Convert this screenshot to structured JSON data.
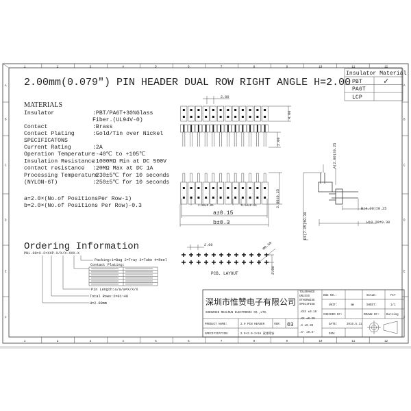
{
  "title": "2.00mm(0.079\") PIN HEADER DUAL ROW RIGHT ANGLE H=2.00",
  "frame": {
    "columns": [
      "1",
      "2",
      "3",
      "4",
      "5",
      "6",
      "7",
      "8",
      "9",
      "10",
      "11",
      "12"
    ],
    "rows": [
      "A",
      "B",
      "C",
      "D",
      "E",
      "F"
    ]
  },
  "insulator_material": {
    "header": "Insulator Material",
    "options": [
      {
        "label": "PBT",
        "checked": true
      },
      {
        "label": "PA6T",
        "checked": false
      },
      {
        "label": "LCP",
        "checked": false
      }
    ],
    "check_mark": "✓"
  },
  "materials": {
    "heading": "MATERIALS",
    "lines": [
      {
        "label": "Insulator",
        "value": ":PBT/PA6T+30%Glass"
      },
      {
        "label": "",
        "value": " Fiber.(UL94V-0)"
      },
      {
        "label": "Contact",
        "value": ":Brass"
      },
      {
        "label": "Contact Plating",
        "value": ":Gold/Tin over Nickel"
      }
    ],
    "spec_heading": "SPECIFICATONS",
    "specs": [
      {
        "label": "Current Rating",
        "value": ":2A"
      },
      {
        "label": "Operation Temperature",
        "value": ":-40℃ to +105℃"
      },
      {
        "label": "Insulation Resistance",
        "value": ":1000MΩ Min at DC 500V"
      },
      {
        "label": "contact resistance",
        "value": ":20MΩ Max at DC 1A"
      },
      {
        "label": "Processing Temperature",
        "value": ":230±5℃ for 10 seconds"
      },
      {
        "label": "          (NYLON-6T)",
        "value": ":250±5℃ for 10 seconds"
      }
    ],
    "formulas": [
      "a=2.0×(No.of PositionsPer Row-1)",
      "b=2.0×(No.of Positions Per Row)-0.3"
    ]
  },
  "ordering": {
    "heading": "Ordering Information",
    "code": "PHL.00×X-2×XXP-X/X/X-XXX-X",
    "packing": "Packing:1=Bag 2=Tray 3=Tube 4=Reel",
    "contact_plating": "Contact Plating:",
    "pin_length": "Pin Length:a/a/a=X/X/X",
    "total_rows": "Total Rows:2=01~40",
    "height": "H=2.00mm"
  },
  "dimensions": {
    "top_pitch": "2.00",
    "top_height": "4.00",
    "top_pin": "2.00",
    "pitch_tol": "2.00±0.05",
    "pin_width": "0.50±0.05",
    "a_dim": "a±0.15",
    "b_dim": "b±0.3",
    "front_height": "2.80±0.25",
    "side_a": "A(2.80)±0.25",
    "side_b": "B(4.00)±0.25",
    "side_h": "H10.28±0.30",
    "side_h1": "H1(7.25)±0.30",
    "pcb_pitch": "2.00",
    "pcb_hole": "Φ0.50",
    "pcb_row": "2.00",
    "pcb_label": "PCB. LAYOUT"
  },
  "title_block": {
    "company_cn": "深圳市惟赞电子有限公司",
    "company_en": "SHENZHEN REALRUN ELECTRONIC CO.,LTD.",
    "tolerance_lines": [
      "TOLERANCE",
      "UNLESS",
      "OTHERWISE",
      "SPECIFIED"
    ],
    "tolerances": [
      ".XXX  ±0.10",
      ".XX   ±0.20",
      ".X    ±0.30",
      ".X°   ±0.5°"
    ],
    "dwg_no_label": "DWG NO.:",
    "dwg_no": "",
    "unit_label": "UNIT:",
    "unit": "mm",
    "checked_label": "CHECKED BY:",
    "date_label": "DATE:",
    "date": "2016.5.11",
    "dsn_label": "DSN:",
    "scale_label": "SCALE:",
    "scale": "FIT",
    "sheet_label": "SHEET:",
    "sheet": "1/1",
    "drawn_label": "DRAWN BY:",
    "drawn": "Burning",
    "product_label": "PRODUCT NAME:",
    "product": "2.0 PIN HEADER",
    "ver_label": "VER:",
    "ver": "03",
    "spec_label": "SPECIFICATION:",
    "spec": "2.0×2.0-2×1H 双排弯针"
  }
}
